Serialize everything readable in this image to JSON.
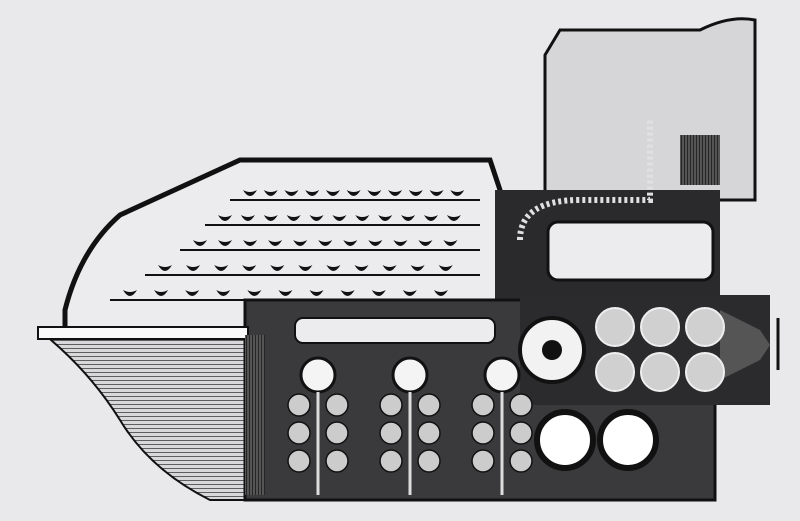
{
  "artwork": {
    "palette": {
      "paper": "#e9e9eb",
      "ink": "#1b1b1d",
      "mid": "#6d6d72",
      "light": "#c9c9cc"
    },
    "pod_rows": [
      11,
      11,
      11,
      11,
      11
    ],
    "rotor_count": 3,
    "drum_count": 6
  }
}
